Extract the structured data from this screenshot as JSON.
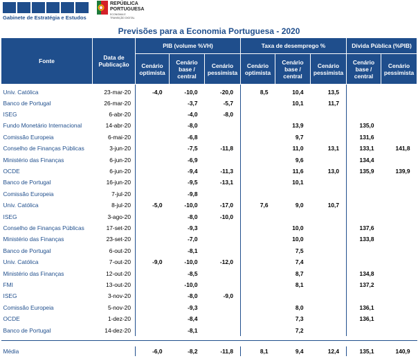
{
  "header": {
    "org_name": "Gabinete de Estratégia e Estudos",
    "rp_line1": "REPÚBLICA",
    "rp_line2": "PORTUGUESA",
    "rp_sub1": "ECONOMIA E",
    "rp_sub2": "TRANSIÇÃO DIGITAL",
    "title": "Previsões para a Economia Portuguesa - 2020"
  },
  "colors": {
    "brand": "#1f4e8c",
    "header_text": "#ffffff"
  },
  "table": {
    "col_fonte": "Fonte",
    "col_data": "Data de Publicação",
    "group_pib": "PIB (volume %VH)",
    "group_desemprego": "Taxa de desemprego %",
    "group_divida": "Dívida Pública (%PIB)",
    "sub_otimista": "Cenário optimista",
    "sub_base": "Cenário base / central",
    "sub_pessimista": "Cenário pessimista",
    "rows": [
      {
        "fonte": "Univ. Católica",
        "data": "23-mar-20",
        "v": [
          "-4,0",
          "-10,0",
          "-20,0",
          "8,5",
          "10,4",
          "13,5",
          "",
          ""
        ]
      },
      {
        "fonte": "Banco de Portugal",
        "data": "26-mar-20",
        "v": [
          "",
          "-3,7",
          "-5,7",
          "",
          "10,1",
          "11,7",
          "",
          ""
        ]
      },
      {
        "fonte": "ISEG",
        "data": "6-abr-20",
        "v": [
          "",
          "-4,0",
          "-8,0",
          "",
          "",
          "",
          "",
          ""
        ]
      },
      {
        "fonte": "Fundo Monetário Internacional",
        "data": "14-abr-20",
        "v": [
          "",
          "-8,0",
          "",
          "",
          "13,9",
          "",
          "135,0",
          ""
        ]
      },
      {
        "fonte": "Comissão Europeia",
        "data": "6-mai-20",
        "v": [
          "",
          "-6,8",
          "",
          "",
          "9,7",
          "",
          "131,6",
          ""
        ]
      },
      {
        "fonte": "Conselho de Finanças Públicas",
        "data": "3-jun-20",
        "v": [
          "",
          "-7,5",
          "-11,8",
          "",
          "11,0",
          "13,1",
          "133,1",
          "141,8"
        ]
      },
      {
        "fonte": "Ministério das Finanças",
        "data": "6-jun-20",
        "v": [
          "",
          "-6,9",
          "",
          "",
          "9,6",
          "",
          "134,4",
          ""
        ]
      },
      {
        "fonte": "OCDE",
        "data": "6-jun-20",
        "v": [
          "",
          "-9,4",
          "-11,3",
          "",
          "11,6",
          "13,0",
          "135,9",
          "139,9"
        ]
      },
      {
        "fonte": "Banco de Portugal",
        "data": "16-jun-20",
        "v": [
          "",
          "-9,5",
          "-13,1",
          "",
          "10,1",
          "",
          "",
          ""
        ]
      },
      {
        "fonte": "Comissão Europeia",
        "data": "7-jul-20",
        "v": [
          "",
          "-9,8",
          "",
          "",
          "",
          "",
          "",
          ""
        ]
      },
      {
        "fonte": "Univ. Católica",
        "data": "8-jul-20",
        "v": [
          "-5,0",
          "-10,0",
          "-17,0",
          "7,6",
          "9,0",
          "10,7",
          "",
          ""
        ]
      },
      {
        "fonte": "ISEG",
        "data": "3-ago-20",
        "v": [
          "",
          "-8,0",
          "-10,0",
          "",
          "",
          "",
          "",
          ""
        ]
      },
      {
        "fonte": "Conselho de Finanças Públicas",
        "data": "17-set-20",
        "v": [
          "",
          "-9,3",
          "",
          "",
          "10,0",
          "",
          "137,6",
          ""
        ]
      },
      {
        "fonte": "Ministério das Finanças",
        "data": "23-set-20",
        "v": [
          "",
          "-7,0",
          "",
          "",
          "10,0",
          "",
          "133,8",
          ""
        ]
      },
      {
        "fonte": "Banco de Portugal",
        "data": "6-out-20",
        "v": [
          "",
          "-8,1",
          "",
          "",
          "7,5",
          "",
          "",
          ""
        ]
      },
      {
        "fonte": "Univ. Católica",
        "data": "7-out-20",
        "v": [
          "-9,0",
          "-10,0",
          "-12,0",
          "",
          "7,4",
          "",
          "",
          ""
        ]
      },
      {
        "fonte": "Ministério das Finanças",
        "data": "12-out-20",
        "v": [
          "",
          "-8,5",
          "",
          "",
          "8,7",
          "",
          "134,8",
          ""
        ]
      },
      {
        "fonte": "FMI",
        "data": "13-out-20",
        "v": [
          "",
          "-10,0",
          "",
          "",
          "8,1",
          "",
          "137,2",
          ""
        ]
      },
      {
        "fonte": "ISEG",
        "data": "3-nov-20",
        "v": [
          "",
          "-8,0",
          "-9,0",
          "",
          "",
          "",
          "",
          ""
        ]
      },
      {
        "fonte": "Comissão Europeia",
        "data": "5-nov-20",
        "v": [
          "",
          "-9,3",
          "",
          "",
          "8,0",
          "",
          "136,1",
          ""
        ]
      },
      {
        "fonte": "OCDE",
        "data": "1-dez-20",
        "v": [
          "",
          "-8,4",
          "",
          "",
          "7,3",
          "",
          "136,1",
          ""
        ]
      },
      {
        "fonte": "Banco de Portugal",
        "data": "14-dez-20",
        "v": [
          "",
          "-8,1",
          "",
          "",
          "7,2",
          "",
          "",
          ""
        ]
      }
    ],
    "media": {
      "fonte": "Média",
      "data": "",
      "v": [
        "-6,0",
        "-8,2",
        "-11,8",
        "8,1",
        "9,4",
        "12,4",
        "135,1",
        "140,9"
      ]
    }
  }
}
